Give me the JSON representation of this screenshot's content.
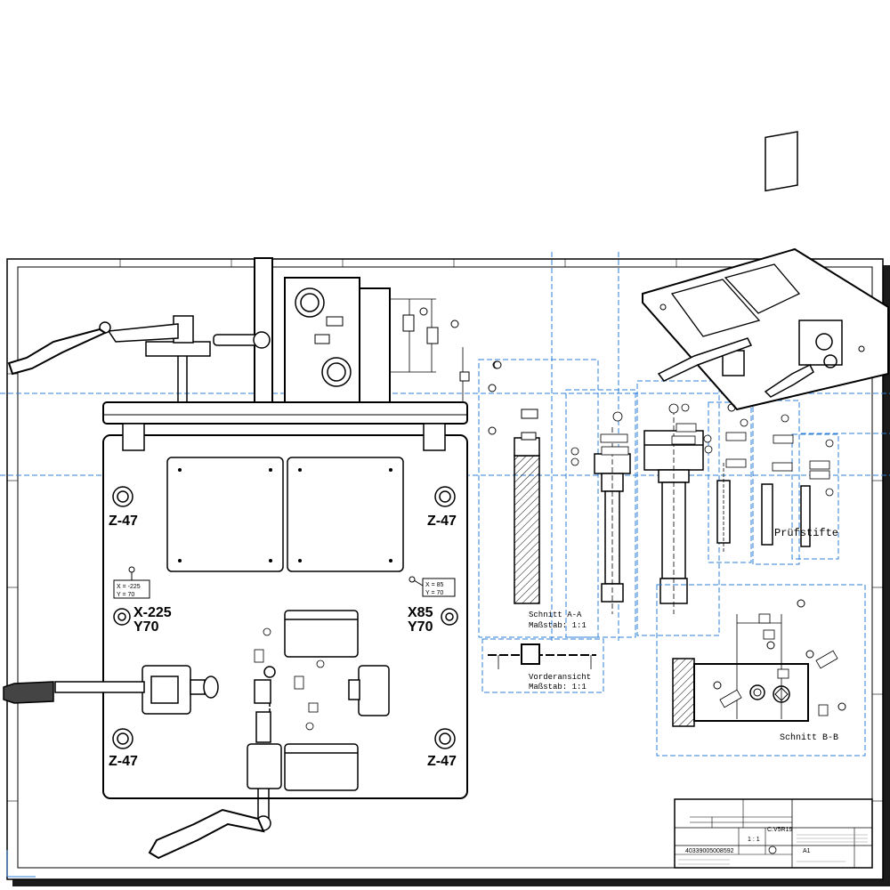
{
  "plate_labels": {
    "z_top_left": "Z-47",
    "z_top_right": "Z-47",
    "z_bottom_left": "Z-47",
    "z_bottom_right": "Z-47",
    "x_left": "X-225",
    "y_left": "Y70",
    "x_right": "X85",
    "y_right": "Y70"
  },
  "callouts": {
    "left_x": "X = -225",
    "left_y": "Y = 70",
    "right_x": "X = 85",
    "right_y": "Y = 70"
  },
  "sections": {
    "schnitt_aa_title": "Schnitt A-A",
    "schnitt_aa_scale": "Maßstab:  1:1",
    "vorderansicht_title": "Vorderansicht",
    "vorderansicht_scale": "Maßstab:  1:1",
    "pruefstifte": "Prüfstifte",
    "schnitt_bb": "Schnitt B-B"
  },
  "title_block": {
    "drawing_no": "C.V5R19",
    "part_no": "40339005008592",
    "sheet_size": "A1",
    "scale": "1 : 1"
  }
}
